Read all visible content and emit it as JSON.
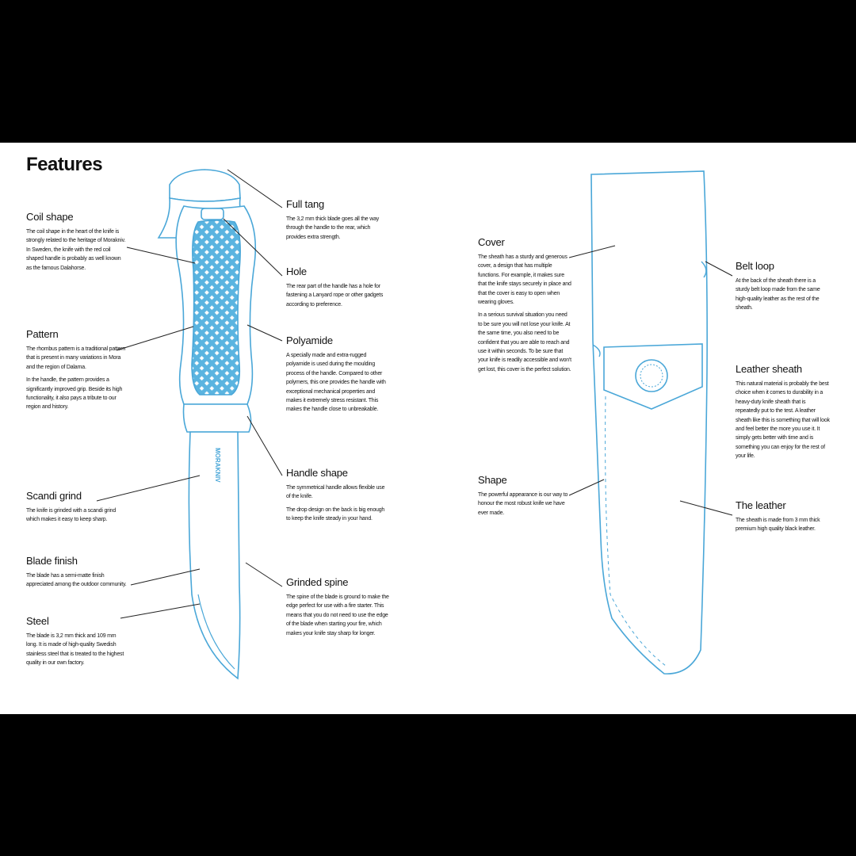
{
  "title": "Features",
  "features": {
    "coil_shape": {
      "title": "Coil shape",
      "paras": [
        "The coil shape in the heart of the knife is strongly related to the heritage of Morakniv. In Sweden, the knife with the red coil shaped handle is probably as well known as the famous Dalahorse."
      ]
    },
    "pattern": {
      "title": "Pattern",
      "paras": [
        "The rhombus pattern is a traditional pattern that is present in many variations in Mora and the region of Dalarna.",
        "In the handle, the pattern provides a significantly improved grip. Beside its high functionality, it also pays a tribute to our region and history."
      ]
    },
    "scandi_grind": {
      "title": "Scandi grind",
      "paras": [
        "The knife is grinded with a scandi grind which makes it easy to keep sharp."
      ]
    },
    "blade_finish": {
      "title": "Blade finish",
      "paras": [
        "The blade has a semi-matte finish appreciated among the outdoor community."
      ]
    },
    "steel": {
      "title": "Steel",
      "paras": [
        "The blade is 3,2 mm thick and 109 mm long. It is made of high-quality Swedish stainless steel that is treated to the highest quality in our own factory."
      ]
    },
    "full_tang": {
      "title": "Full tang",
      "paras": [
        "The 3,2 mm thick blade goes all the way through the handle to the rear, which provides extra strength."
      ]
    },
    "hole": {
      "title": "Hole",
      "paras": [
        "The rear part of the handle has a hole for fastening a Lanyard rope or other gadgets according to preference."
      ]
    },
    "polyamide": {
      "title": "Polyamide",
      "paras": [
        "A specially made and extra-rugged polyamide is used during the moulding process of the handle. Compared to other polymers, this one provides the handle with exceptional mechanical properties and makes it extremely stress resistant. This makes the handle close to unbreakable."
      ]
    },
    "handle_shape": {
      "title": "Handle shape",
      "paras": [
        "The symmetrical handle allows flexible use of the knife.",
        "The drop design on the back is big enough to keep the knife steady in your hand."
      ]
    },
    "grinded_spine": {
      "title": "Grinded spine",
      "paras": [
        "The spine of the blade is ground to make the edge perfect for use with a fire starter. This means that you do not need to use the edge of the blade when starting your fire, which makes your knife stay sharp for longer."
      ]
    },
    "cover": {
      "title": "Cover",
      "paras": [
        "The sheath has a sturdy and generous cover, a design that has multiple functions. For example, it makes sure that the knife stays securely in place and that the cover is easy to open when wearing gloves.",
        "In a serious survival situation you need to be sure you will not lose your knife. At the same time, you also need to be confident that you are able to reach and use it within seconds. To be sure that your knife is readily accessible and won't get lost, this cover is the perfect solution."
      ]
    },
    "shape": {
      "title": "Shape",
      "paras": [
        "The powerful appearance is our way to honour the most robust knife we have ever made."
      ]
    },
    "belt_loop": {
      "title": "Belt loop",
      "paras": [
        "At the back of the sheath there is a sturdy belt loop made from the same high-quality leather as the rest of the sheath."
      ]
    },
    "leather_sheath": {
      "title": "Leather sheath",
      "paras": [
        "This natural material is probably the best choice when it comes to durability in a heavy-duty knife sheath that is repeatedly put to the test. A leather sheath like this is something that will look and feel better the more you use it. It simply gets better with time and is something you can enjoy for the rest of your life."
      ]
    },
    "the_leather": {
      "title": "The leather",
      "paras": [
        "The sheath is made from 3 mm thick premium high quality black leather."
      ]
    }
  },
  "colors": {
    "outline": "#4aa7d8",
    "pattern_fill": "#5ab4e0",
    "text": "#111111",
    "frame": "#000000"
  },
  "blade_marking": "MORAKNIV"
}
